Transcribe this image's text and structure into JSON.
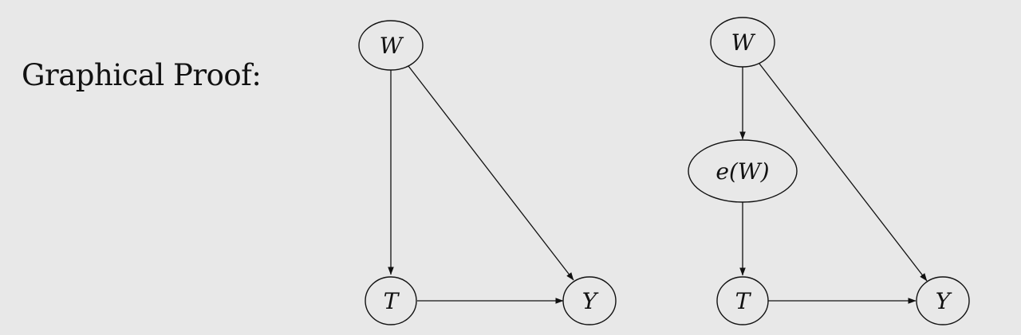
{
  "title": "Graphical Proof:",
  "diagrams": [
    {
      "nodes": {
        "w": "W",
        "t": "T",
        "y": "Y"
      },
      "edges": [
        [
          "W",
          "T"
        ],
        [
          "W",
          "Y"
        ],
        [
          "T",
          "Y"
        ]
      ]
    },
    {
      "nodes": {
        "w": "W",
        "ew": "e(W)",
        "t": "T",
        "y": "Y"
      },
      "edges": [
        [
          "W",
          "e(W)"
        ],
        [
          "e(W)",
          "T"
        ],
        [
          "W",
          "Y"
        ],
        [
          "T",
          "Y"
        ]
      ]
    }
  ]
}
